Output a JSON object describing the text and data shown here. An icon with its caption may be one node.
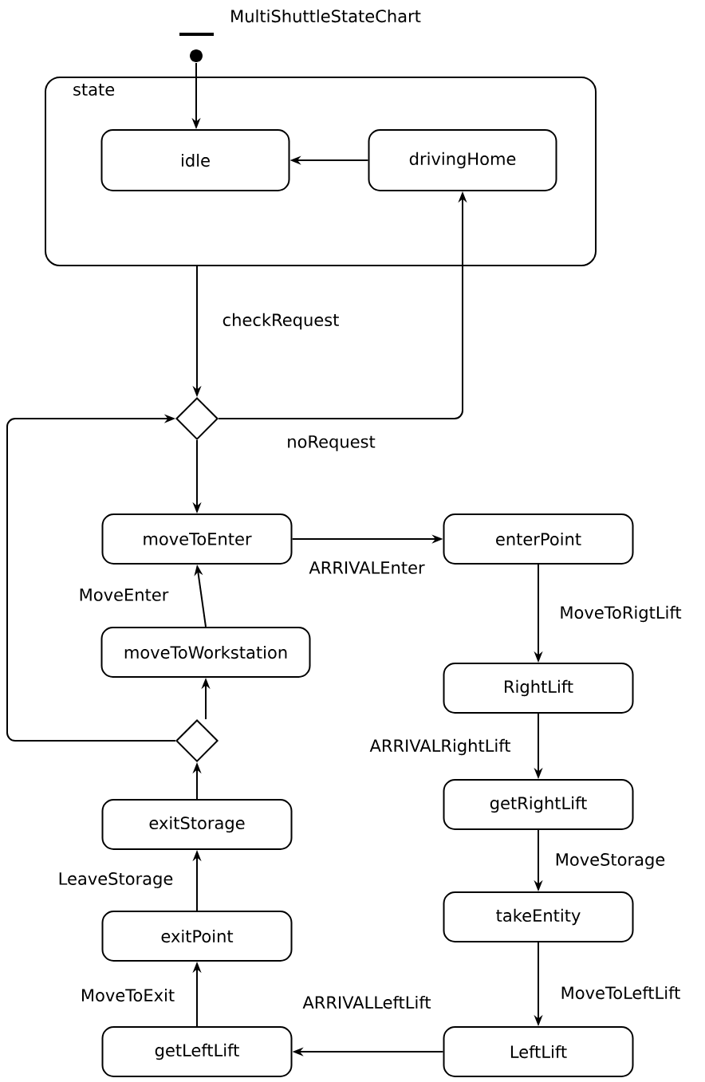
{
  "diagram": {
    "title": "MultiShuttleStateChart",
    "nodes": [
      {
        "text": [
          "state"
        ]
      },
      {
        "text": [
          "idle"
        ],
        "in": 0
      },
      {
        "text": [
          "drivingHome"
        ],
        "in": 0
      },
      {
        "text": [],
        "shape": "circle"
      },
      {
        "text": [],
        "shape": "diamond"
      },
      {
        "text": [
          "moveToEnter"
        ]
      },
      {
        "text": [
          "enterPoint"
        ]
      },
      {
        "text": [
          "moveToWorkstation"
        ]
      },
      {
        "text": [
          "RightLift"
        ]
      },
      {
        "text": [],
        "shape": "diamond"
      },
      {
        "text": [
          "getRightLift"
        ]
      },
      {
        "text": [
          "exitStorage"
        ]
      },
      {
        "text": [
          "takeEntity"
        ]
      },
      {
        "text": [
          "exitPoint"
        ]
      },
      {
        "text": [
          "getLeftLift"
        ]
      },
      {
        "text": [
          "LeftLift"
        ]
      }
    ],
    "edges": [
      {
        "from": 3,
        "to": 1,
        "arrow": "to"
      },
      {
        "from": 2,
        "to": 1,
        "arrow": "to"
      },
      {
        "from": 0,
        "to": 4,
        "arrow": "to",
        "label": "checkRequest"
      },
      {
        "from": 4,
        "to": 2,
        "arrow": "to",
        "label": "noRequest"
      },
      {
        "from": 4,
        "to": 5,
        "arrow": "to"
      },
      {
        "from": 5,
        "to": 6,
        "arrow": "to",
        "label": "ARRIVALEnter"
      },
      {
        "from": 6,
        "to": 8,
        "arrow": "to",
        "label": "MoveToRigtLift"
      },
      {
        "from": 8,
        "to": 10,
        "arrow": "to",
        "label": "ARRIVALRightLift"
      },
      {
        "from": 10,
        "to": 12,
        "arrow": "to",
        "label": "MoveStorage"
      },
      {
        "from": 12,
        "to": 15,
        "arrow": "to",
        "label": "MoveToLeftLift"
      },
      {
        "from": 15,
        "to": 14,
        "arrow": "to",
        "label": "ARRIVALLeftLift"
      },
      {
        "from": 14,
        "to": 13,
        "arrow": "to",
        "label": "MoveToExit"
      },
      {
        "from": 13,
        "to": 11,
        "arrow": "to",
        "label": "LeaveStorage"
      },
      {
        "from": 11,
        "to": 9,
        "arrow": "to"
      },
      {
        "from": 9,
        "to": 7,
        "arrow": "to"
      },
      {
        "from": 7,
        "to": 5,
        "arrow": "to",
        "label": "MoveEnter"
      },
      {
        "from": 9,
        "to": 4,
        "arrow": "to"
      }
    ]
  }
}
